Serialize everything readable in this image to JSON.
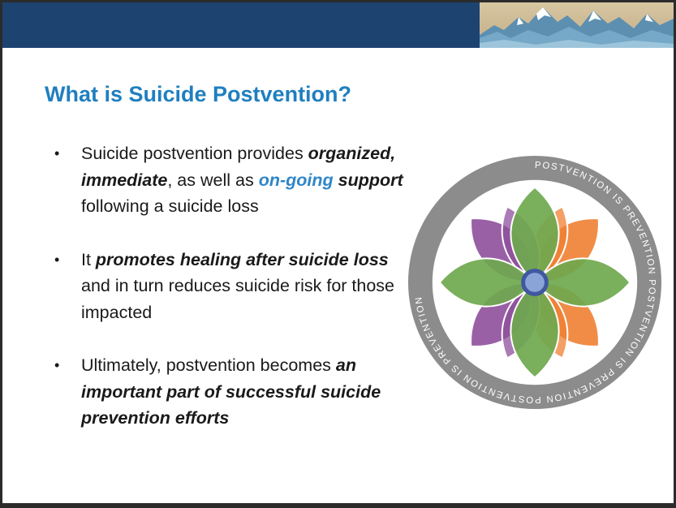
{
  "slide": {
    "title": "What is Suicide Postvention?",
    "bullets": [
      {
        "parts": [
          {
            "text": "Suicide postvention provides ",
            "style": "normal"
          },
          {
            "text": "organized, immediate",
            "style": "bold-italic"
          },
          {
            "text": ", as well as ",
            "style": "normal"
          },
          {
            "text": "on-going",
            "style": "bold-italic-blue"
          },
          {
            "text": " ",
            "style": "normal"
          },
          {
            "text": "support",
            "style": "bold-italic"
          },
          {
            "text": " following a suicide loss",
            "style": "normal"
          }
        ]
      },
      {
        "parts": [
          {
            "text": "It ",
            "style": "normal"
          },
          {
            "text": "promotes healing after suicide loss",
            "style": "bold-italic"
          },
          {
            "text": " and in turn reduces suicide risk for those impacted",
            "style": "normal"
          }
        ]
      },
      {
        "parts": [
          {
            "text": "Ultimately, postvention becomes ",
            "style": "normal"
          },
          {
            "text": "an important part of successful suicide prevention efforts",
            "style": "bold-italic"
          }
        ]
      }
    ],
    "bullet_glyph": "•"
  },
  "emblem": {
    "ring_text": "POSTVENTION IS PREVENTION POSTVENTION IS PREVENTION POSTVENTION IS PREVENTION"
  },
  "colors": {
    "header_bar": "#1d4371",
    "title": "#1f7fbf",
    "accent_blue": "#2e86c8",
    "ring": "#8c8c8c",
    "petal_green": "#6fa84e",
    "petal_orange": "#ef7f32",
    "petal_purple": "#8e4f9b"
  }
}
